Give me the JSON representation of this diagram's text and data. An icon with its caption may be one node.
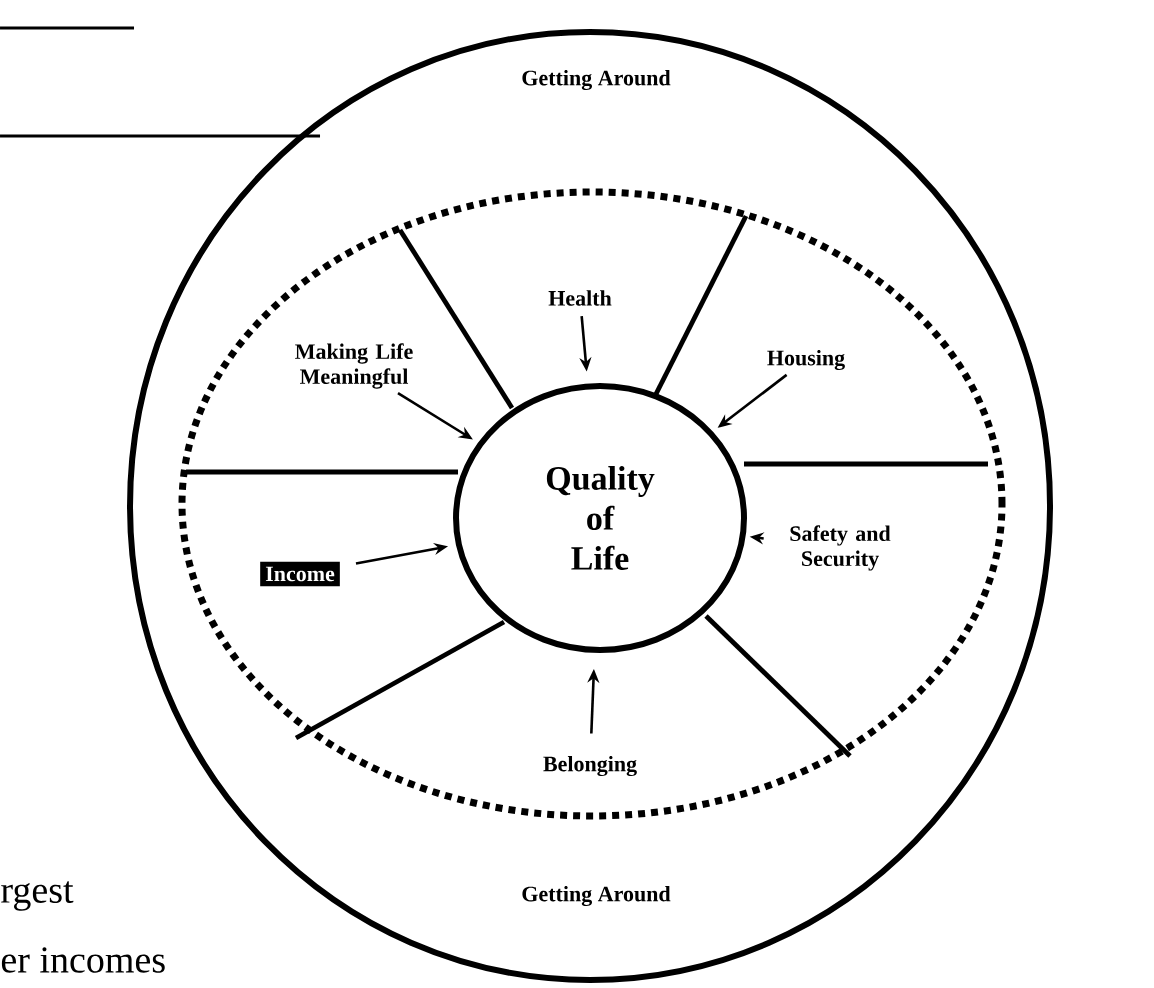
{
  "diagram": {
    "nodes": [
      {
        "text": [
          "Getting Around",
          "Getting Around"
        ]
      },
      {
        "text": [],
        "shape": "ellipse",
        "in": 0
      },
      {
        "text": [
          "Health"
        ],
        "in": 1
      },
      {
        "text": [
          "Making Life Meaningful"
        ],
        "in": 1
      },
      {
        "text": [
          "Housing"
        ],
        "in": 1
      },
      {
        "text": [
          "Quality of Life"
        ],
        "in": 1
      },
      {
        "text": [
          "Income"
        ],
        "in": 1
      },
      {
        "text": [
          "Safety and Security"
        ],
        "in": 1
      },
      {
        "text": [
          "Belonging"
        ],
        "in": 1
      }
    ],
    "edges": [
      {
        "from": 2,
        "to": 5,
        "arrow": "to"
      },
      {
        "from": 3,
        "to": 5,
        "arrow": "to"
      },
      {
        "from": 4,
        "to": 5,
        "arrow": "to"
      },
      {
        "from": 6,
        "to": 5,
        "arrow": "to"
      },
      {
        "from": 7,
        "to": 5,
        "arrow": "to"
      },
      {
        "from": 8,
        "to": 5,
        "arrow": "to"
      }
    ],
    "labels": [
      "rgest",
      "er incomes"
    ]
  }
}
